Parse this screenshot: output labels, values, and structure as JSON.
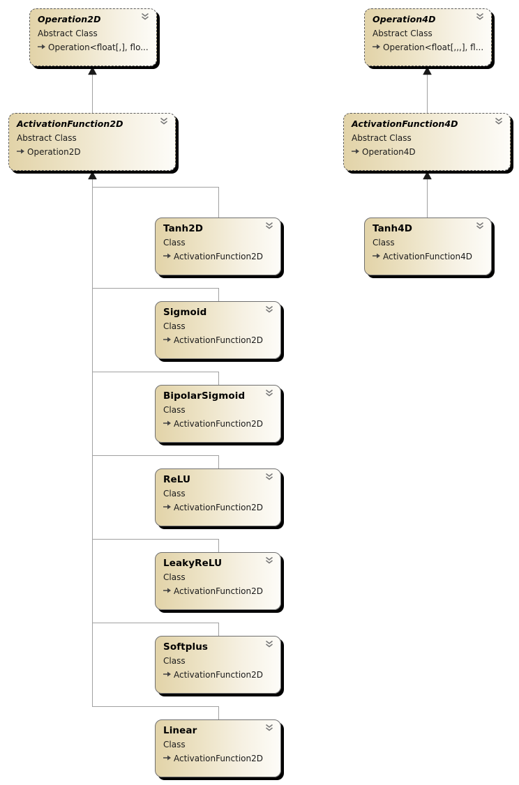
{
  "diagram": {
    "type": "class-diagram",
    "colors": {
      "box_gradient_start": "#e2d3a8",
      "box_gradient_end": "#fdfcf8",
      "shadow": "#000000",
      "connector": "#a0a0a0",
      "arrowhead": "#1a1a1a"
    },
    "classes": {
      "operation2d": {
        "name": "Operation2D",
        "kind": "Abstract Class",
        "base": "Operation<float[,],  flo...",
        "abstract": true
      },
      "operation4d": {
        "name": "Operation4D",
        "kind": "Abstract Class",
        "base": "Operation<float[,,,],  fl...",
        "abstract": true
      },
      "activationfunction2d": {
        "name": "ActivationFunction2D",
        "kind": "Abstract Class",
        "base": "Operation2D",
        "abstract": true
      },
      "activationfunction4d": {
        "name": "ActivationFunction4D",
        "kind": "Abstract Class",
        "base": "Operation4D",
        "abstract": true
      },
      "tanh4d": {
        "name": "Tanh4D",
        "kind": "Class",
        "base": "ActivationFunction4D",
        "abstract": false
      },
      "tanh2d": {
        "name": "Tanh2D",
        "kind": "Class",
        "base": "ActivationFunction2D",
        "abstract": false
      },
      "sigmoid": {
        "name": "Sigmoid",
        "kind": "Class",
        "base": "ActivationFunction2D",
        "abstract": false
      },
      "bipolarsigmoid": {
        "name": "BipolarSigmoid",
        "kind": "Class",
        "base": "ActivationFunction2D",
        "abstract": false
      },
      "relu": {
        "name": "ReLU",
        "kind": "Class",
        "base": "ActivationFunction2D",
        "abstract": false
      },
      "leakyrelu": {
        "name": "LeakyReLU",
        "kind": "Class",
        "base": "ActivationFunction2D",
        "abstract": false
      },
      "softplus": {
        "name": "Softplus",
        "kind": "Class",
        "base": "ActivationFunction2D",
        "abstract": false
      },
      "linear": {
        "name": "Linear",
        "kind": "Class",
        "base": "ActivationFunction2D",
        "abstract": false
      }
    },
    "inheritance": [
      {
        "child": "ActivationFunction2D",
        "parent": "Operation2D"
      },
      {
        "child": "ActivationFunction4D",
        "parent": "Operation4D"
      },
      {
        "child": "Tanh4D",
        "parent": "ActivationFunction4D"
      },
      {
        "child": "Tanh2D",
        "parent": "ActivationFunction2D"
      },
      {
        "child": "Sigmoid",
        "parent": "ActivationFunction2D"
      },
      {
        "child": "BipolarSigmoid",
        "parent": "ActivationFunction2D"
      },
      {
        "child": "ReLU",
        "parent": "ActivationFunction2D"
      },
      {
        "child": "LeakyReLU",
        "parent": "ActivationFunction2D"
      },
      {
        "child": "Softplus",
        "parent": "ActivationFunction2D"
      },
      {
        "child": "Linear",
        "parent": "ActivationFunction2D"
      }
    ],
    "icons": {
      "collapse": "double-chevron-down-icon",
      "inherits": "inheritance-arrow-icon"
    }
  }
}
